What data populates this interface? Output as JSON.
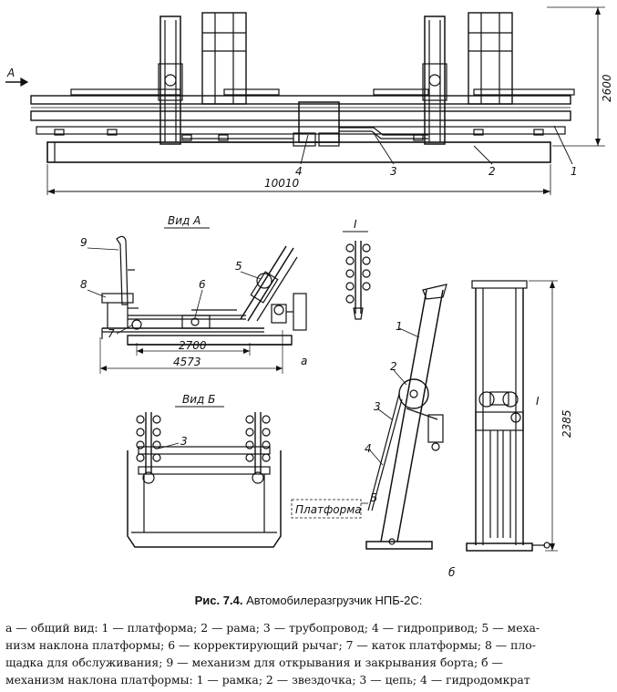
{
  "arrow_a": "A",
  "dims": {
    "height_top": "2600",
    "length_top": "10010",
    "len_2700": "2700",
    "len_4573": "4573",
    "height_b": "2385"
  },
  "top_callouts": [
    "4",
    "3",
    "2",
    "1"
  ],
  "view_a": {
    "title": "Вид А",
    "callouts": [
      "9",
      "8",
      "7",
      "6",
      "5"
    ],
    "sub_letter": "а"
  },
  "detail_i": "I",
  "view_b": {
    "title": "Вид Б",
    "callout": "3"
  },
  "tilt": {
    "callouts": [
      "1",
      "2",
      "3",
      "4"
    ],
    "platform_label": "Платформа",
    "b_letter": "Б",
    "detail_ref": "I",
    "sub_letter": "б"
  },
  "caption": {
    "fig_num": "Рис. 7.4.",
    "fig_title": "Автомобилеразгрузчик НПБ-2С:",
    "lines": [
      "а — общий вид: 1 — платформа; 2 — рама; 3 — трубопровод; 4 — гидропривод; 5 — меха-",
      "низм наклона платформы; 6 — корректирующий рычаг; 7 — каток платформы; 8 — пло-",
      "щадка для обслуживания; 9 — механизм для открывания и закрывания борта; б —",
      "механизм наклона платформы: 1 — рамка; 2 — звездочка; 3 — цепь; 4 — гидродомкрат"
    ]
  }
}
